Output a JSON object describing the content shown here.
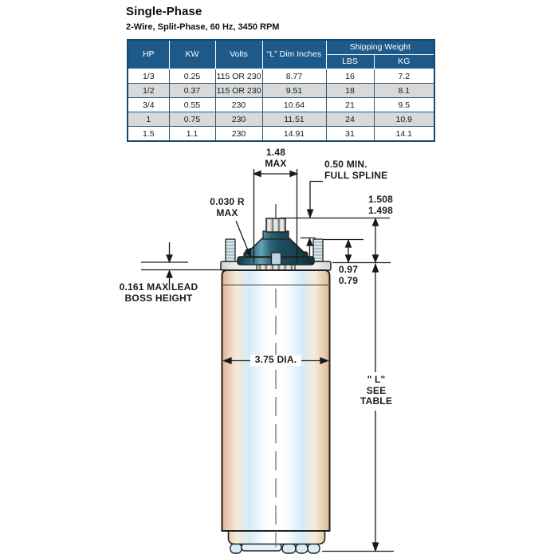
{
  "page": {
    "title": "Single-Phase",
    "subtitle": "2-Wire, Split-Phase, 60 Hz, 3450 RPM"
  },
  "table": {
    "headers": {
      "hp": "HP",
      "kw": "KW",
      "volts": "Volts",
      "l_dim": "“L” Dim Inches",
      "shipping": "Shipping Weight",
      "lbs": "LBS",
      "kg": "KG"
    },
    "rows": [
      [
        "1/3",
        "0.25",
        "115 OR 230",
        "8.77",
        "16",
        "7.2"
      ],
      [
        "1/2",
        "0.37",
        "115 OR 230",
        "9.51",
        "18",
        "8.1"
      ],
      [
        "3/4",
        "0.55",
        "230",
        "10.64",
        "21",
        "9.5"
      ],
      [
        "1",
        "0.75",
        "230",
        "11.51",
        "24",
        "10.9"
      ],
      [
        "1.5",
        "1.1",
        "230",
        "14.91",
        "31",
        "14.1"
      ]
    ]
  },
  "diagram": {
    "labels": {
      "shaft_width": "1.48\nMAX",
      "spline": "0.50 MIN.\nFULL SPLINE",
      "radius": "0.030 R\nMAX",
      "shaft_extension": "1.508\n1.498",
      "stud_height": "0.97\n0.79",
      "lead_boss": "0.161 MAX LEAD\nBOSS HEIGHT",
      "diameter": "3.75 DIA.",
      "length": "\" L\"\nSEE\nTABLE"
    }
  },
  "colors": {
    "header_blue": "#1d5989",
    "row_alt_gray": "#d9d9d9",
    "cone_teal": "#1c4d60",
    "body_tan": "#d8b193",
    "body_blue": "#d5ebf8",
    "line": "#1a1a1a"
  }
}
